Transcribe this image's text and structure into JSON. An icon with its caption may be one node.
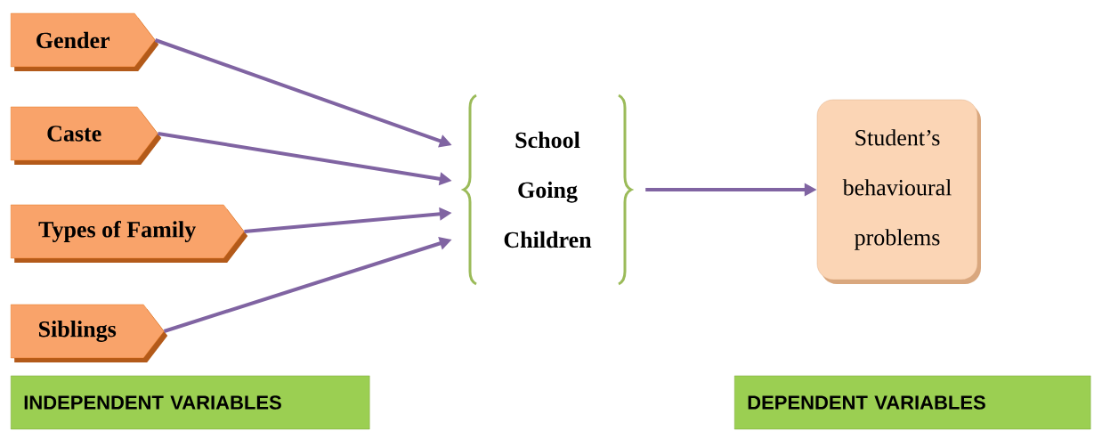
{
  "diagram": {
    "nodes": [
      {
        "text": [
          "Gender"
        ]
      },
      {
        "text": [
          "Caste"
        ]
      },
      {
        "text": [
          "Types of Family"
        ]
      },
      {
        "text": [
          "Siblings"
        ]
      },
      {
        "text": [
          "School Going Children"
        ]
      },
      {
        "text": [
          "Student’s behavioural problems"
        ]
      },
      {
        "text": [
          "INDEPENDENT VARIABLES"
        ]
      },
      {
        "text": [
          "DEPENDENT VARIABLES"
        ]
      }
    ],
    "edges": [
      {
        "from": 0,
        "to": 4,
        "arrow": "to"
      },
      {
        "from": 1,
        "to": 4,
        "arrow": "to"
      },
      {
        "from": 2,
        "to": 4,
        "arrow": "to"
      },
      {
        "from": 3,
        "to": 4,
        "arrow": "to"
      },
      {
        "from": 4,
        "to": 5,
        "arrow": "to"
      }
    ]
  }
}
